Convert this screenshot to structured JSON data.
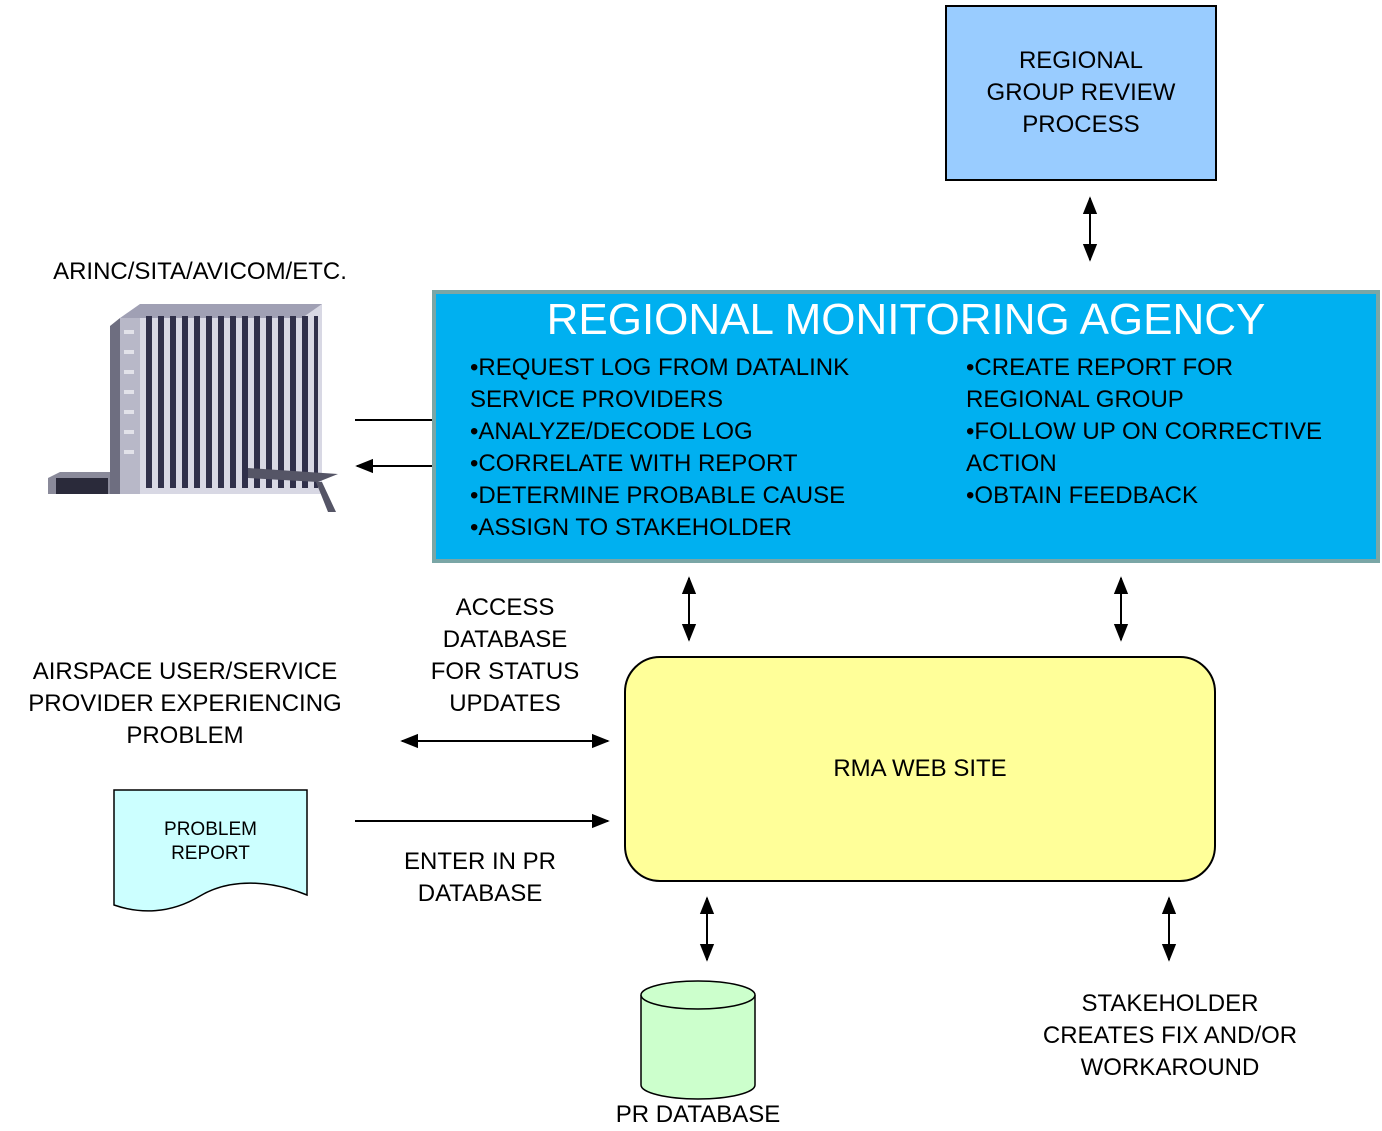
{
  "review": {
    "lines": "REGIONAL\nGROUP REVIEW\nPROCESS"
  },
  "provider_label": "ARINC/SITA/AVICOM/ETC.",
  "rma": {
    "title": "REGIONAL MONITORING AGENCY",
    "left_items": "•REQUEST LOG FROM DATALINK\nSERVICE PROVIDERS\n•ANALYZE/DECODE LOG\n•CORRELATE WITH REPORT\n•DETERMINE PROBABLE CAUSE\n•ASSIGN TO STAKEHOLDER",
    "right_items": "•CREATE REPORT FOR\nREGIONAL GROUP\n•FOLLOW UP ON CORRECTIVE\nACTION\n•OBTAIN FEEDBACK",
    "fill": "#00b0f0"
  },
  "access_label": "ACCESS\nDATABASE\nFOR STATUS\nUPDATES",
  "user_label": "AIRSPACE USER/SERVICE\nPROVIDER EXPERIENCING\nPROBLEM",
  "problem_report": "PROBLEM\nREPORT",
  "enter_label": "ENTER IN PR\nDATABASE",
  "web_site": "RMA WEB SITE",
  "pr_database": "PR DATABASE",
  "stakeholder_label": "STAKEHOLDER\nCREATES FIX AND/OR\nWORKAROUND",
  "icons": {
    "building": "office-building-icon",
    "database": "database-cylinder-icon",
    "document": "document-icon"
  }
}
